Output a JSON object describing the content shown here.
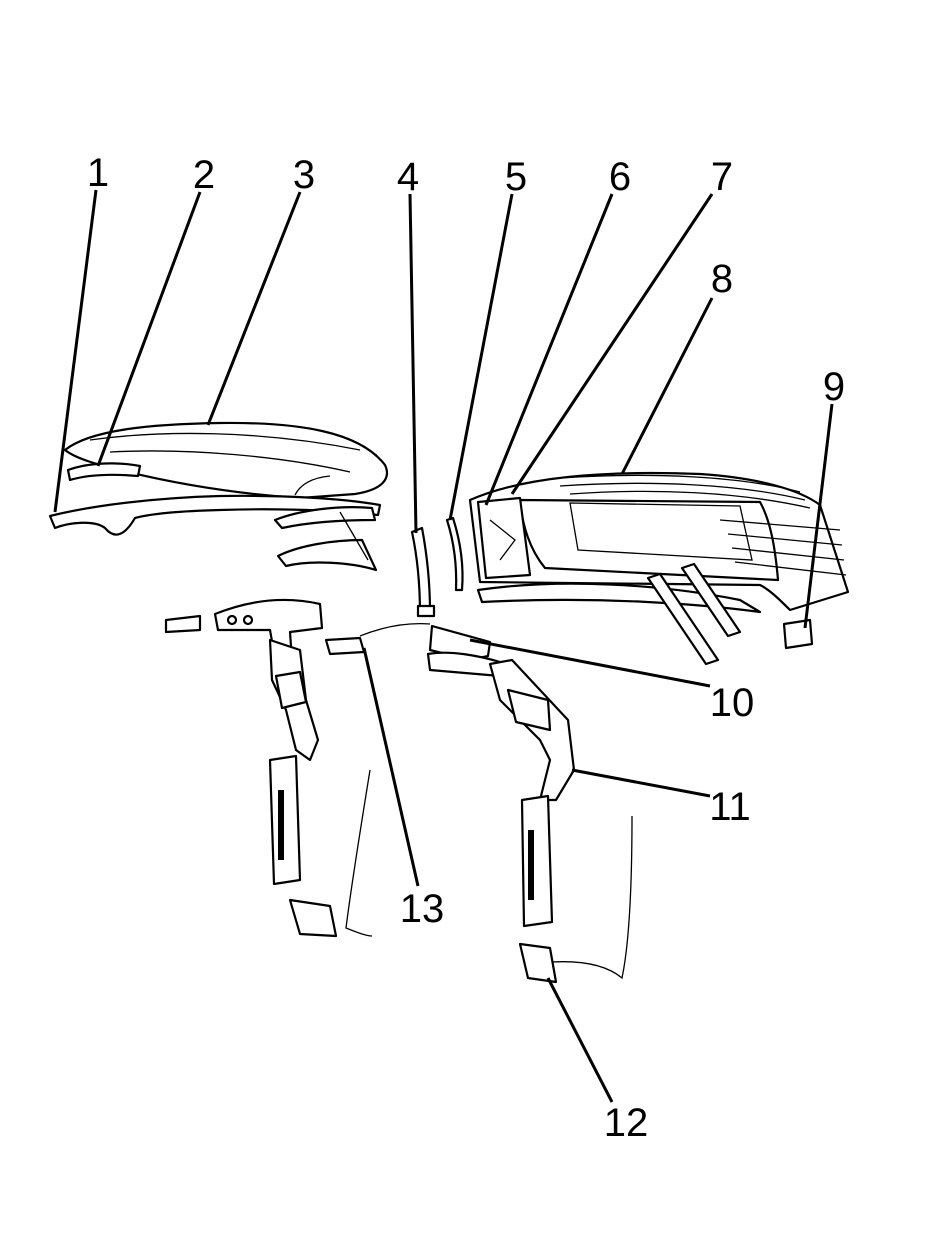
{
  "diagram": {
    "callouts": [
      {
        "id": "1",
        "text": "1"
      },
      {
        "id": "2",
        "text": "2"
      },
      {
        "id": "3",
        "text": "3"
      },
      {
        "id": "4",
        "text": "4"
      },
      {
        "id": "5",
        "text": "5"
      },
      {
        "id": "6",
        "text": "6"
      },
      {
        "id": "7",
        "text": "7"
      },
      {
        "id": "8",
        "text": "8"
      },
      {
        "id": "9",
        "text": "9"
      },
      {
        "id": "10",
        "text": "10"
      },
      {
        "id": "11",
        "text": "11"
      },
      {
        "id": "12",
        "text": "12"
      },
      {
        "id": "13",
        "text": "13"
      }
    ],
    "colors": {
      "line": "#000000",
      "background": "#ffffff"
    }
  }
}
